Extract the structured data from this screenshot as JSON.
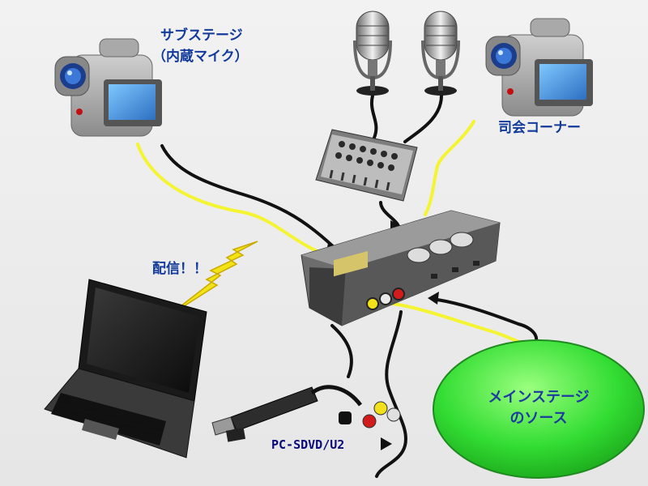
{
  "labels": {
    "sub_stage_line1": "サブステージ",
    "sub_stage_line2": "（内蔵マイク）",
    "mc_corner": "司会コーナー",
    "broadcast": "配信！！",
    "main_stage_line1": "メインステージ",
    "main_stage_line2": "のソース",
    "capture_device": "PC-SDVD/U2"
  },
  "colors": {
    "video_cable": "#f4f430",
    "black_cable": "#111111",
    "oval": "#33dd33",
    "label_blue": "#123a9a"
  }
}
